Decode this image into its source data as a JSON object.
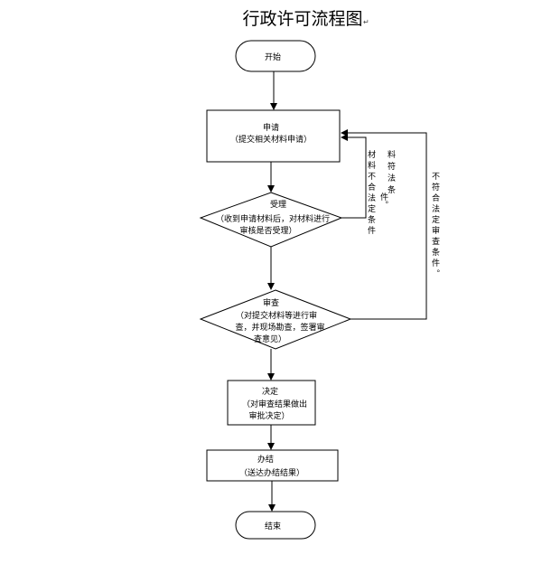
{
  "title": "行政许可流程图",
  "nodes": {
    "start": "开始",
    "apply": {
      "title": "申请",
      "desc": "（提交相关材料申请）"
    },
    "accept": {
      "title": "受理",
      "line1": "（收到申请材料后，对材料进行",
      "line2": "审核是否受理）"
    },
    "review": {
      "title": "审查",
      "line1": "（对提交材料等进行审",
      "line2": "查，并现场勘查，签署审",
      "line3": "查意见）"
    },
    "decision": {
      "title": "决定",
      "line1": "（对审查结果做出",
      "line2": "审批决定）"
    },
    "handle": {
      "title": "办结",
      "desc": "（送达办结结果）"
    },
    "end": "结束"
  },
  "side_labels": {
    "accept_return_col1": "材料不合法定条件",
    "accept_return_col2": "料符法条",
    "accept_return_mark": "件。",
    "review_return": "不符合法定审查条件。"
  }
}
